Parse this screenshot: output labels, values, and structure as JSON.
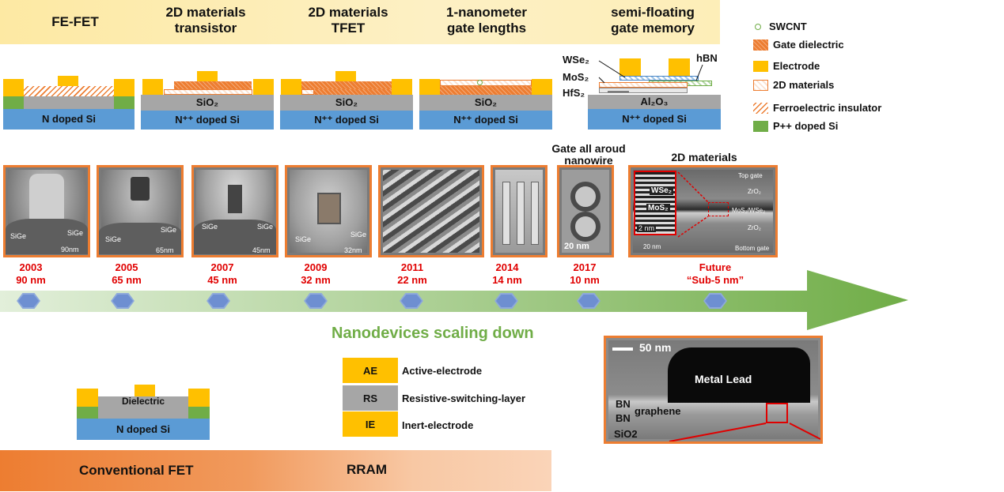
{
  "titles": [
    "FE-FET",
    "2D materials transistor",
    "2D materials TFET",
    "1-nanometer gate lengths",
    "semi-floating gate memory"
  ],
  "devices": {
    "fefet_si": "N doped Si",
    "sio2": "SiO₂",
    "npp_si": "N⁺⁺ doped Si",
    "al2o3": "Al₂O₃",
    "wse2": "WSe₂",
    "mos2": "MoS₂",
    "hfs2": "HfS₂",
    "hbn": "hBN"
  },
  "legend": [
    "SWCNT",
    "Gate dielectric",
    "Electrode",
    "2D materials",
    "Ferroelectric insulator",
    "P++ doped Si"
  ],
  "tem_labels": {
    "gaa": "Gate all aroud nanowire",
    "twod": "2D materials",
    "sige": "SiGe",
    "nm90": "90nm",
    "nm65": "65nm",
    "nm45": "45nm",
    "nm32": "32nm",
    "scale20": "20 nm",
    "wse2": "WSe₂",
    "mos2": "MoS₂",
    "scale2": "2 nm",
    "top_gate": "Top gate",
    "zro2": "ZrO₂",
    "hetero": "MoS₂/WSe₂",
    "bottom_gate": "Bottom gate"
  },
  "timeline": [
    {
      "year": "2003",
      "node": "90 nm"
    },
    {
      "year": "2005",
      "node": "65 nm"
    },
    {
      "year": "2007",
      "node": "45 nm"
    },
    {
      "year": "2009",
      "node": "32 nm"
    },
    {
      "year": "2011",
      "node": "22 nm"
    },
    {
      "year": "2014",
      "node": "14 nm"
    },
    {
      "year": "2017",
      "node": "10 nm"
    },
    {
      "year": "Future",
      "node": "“Sub-5 nm”"
    }
  ],
  "scaling_label": "Nanodevices scaling down",
  "rram": {
    "rows": [
      {
        "abbr": "AE",
        "label": "Active-electrode"
      },
      {
        "abbr": "RS",
        "label": "Resistive-switching-layer"
      },
      {
        "abbr": "IE",
        "label": "Inert-electrode"
      }
    ]
  },
  "conv_fet": {
    "dielectric": "Dielectric",
    "substrate": "N doped Si"
  },
  "graphene_img": {
    "scale": "50 nm",
    "metal": "Metal Lead",
    "bn1": "BN",
    "bn2": "BN",
    "graphene": "graphene",
    "sio2": "SiO2"
  },
  "bottom_bar": {
    "left": "Conventional FET",
    "right": "RRAM"
  },
  "colors": {
    "electrode": "#ffc000",
    "dielectric": "#ed7d31",
    "silicon": "#5b9bd5",
    "oxide": "#a6a6a6",
    "pdoped": "#70ad47",
    "timeline_text": "#e00000",
    "arrow": "#70ad47",
    "scaling_text": "#70ad47",
    "frame": "#ed7d31"
  }
}
